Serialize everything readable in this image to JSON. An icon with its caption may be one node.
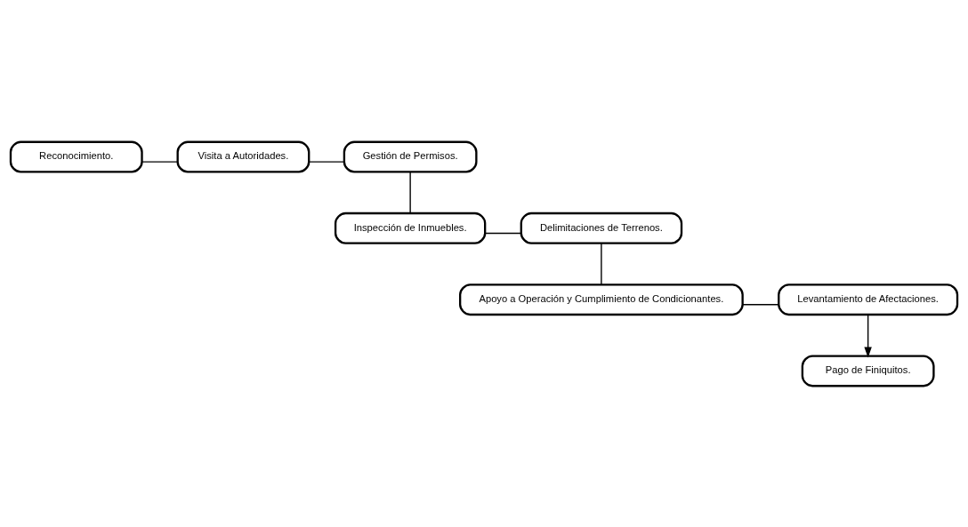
{
  "diagram": {
    "nodes": [
      {
        "text": [
          "Reconocimiento."
        ]
      },
      {
        "text": [
          "Visita a Autoridades."
        ]
      },
      {
        "text": [
          "Gestión de Permisos."
        ]
      },
      {
        "text": [
          "Delimitaciones de Terrenos."
        ]
      },
      {
        "text": [
          "Inspección de Inmuebles."
        ]
      },
      {
        "text": [
          "Apoyo a Operación y Cumplimiento de Condicionantes."
        ]
      },
      {
        "text": [
          "Levantamiento de Afectaciones."
        ]
      },
      {
        "text": [
          "Pago de Finiquitos."
        ]
      }
    ],
    "edges": [
      {
        "from": 0,
        "to": 1,
        "arrow": "none"
      },
      {
        "from": 1,
        "to": 2,
        "arrow": "none"
      },
      {
        "from": 2,
        "to": 4,
        "arrow": "none"
      },
      {
        "from": 4,
        "to": 3,
        "arrow": "none"
      },
      {
        "from": 3,
        "to": 5,
        "arrow": "none"
      },
      {
        "from": 5,
        "to": 6,
        "arrow": "none"
      },
      {
        "from": 6,
        "to": 7,
        "arrow": "to"
      }
    ]
  }
}
